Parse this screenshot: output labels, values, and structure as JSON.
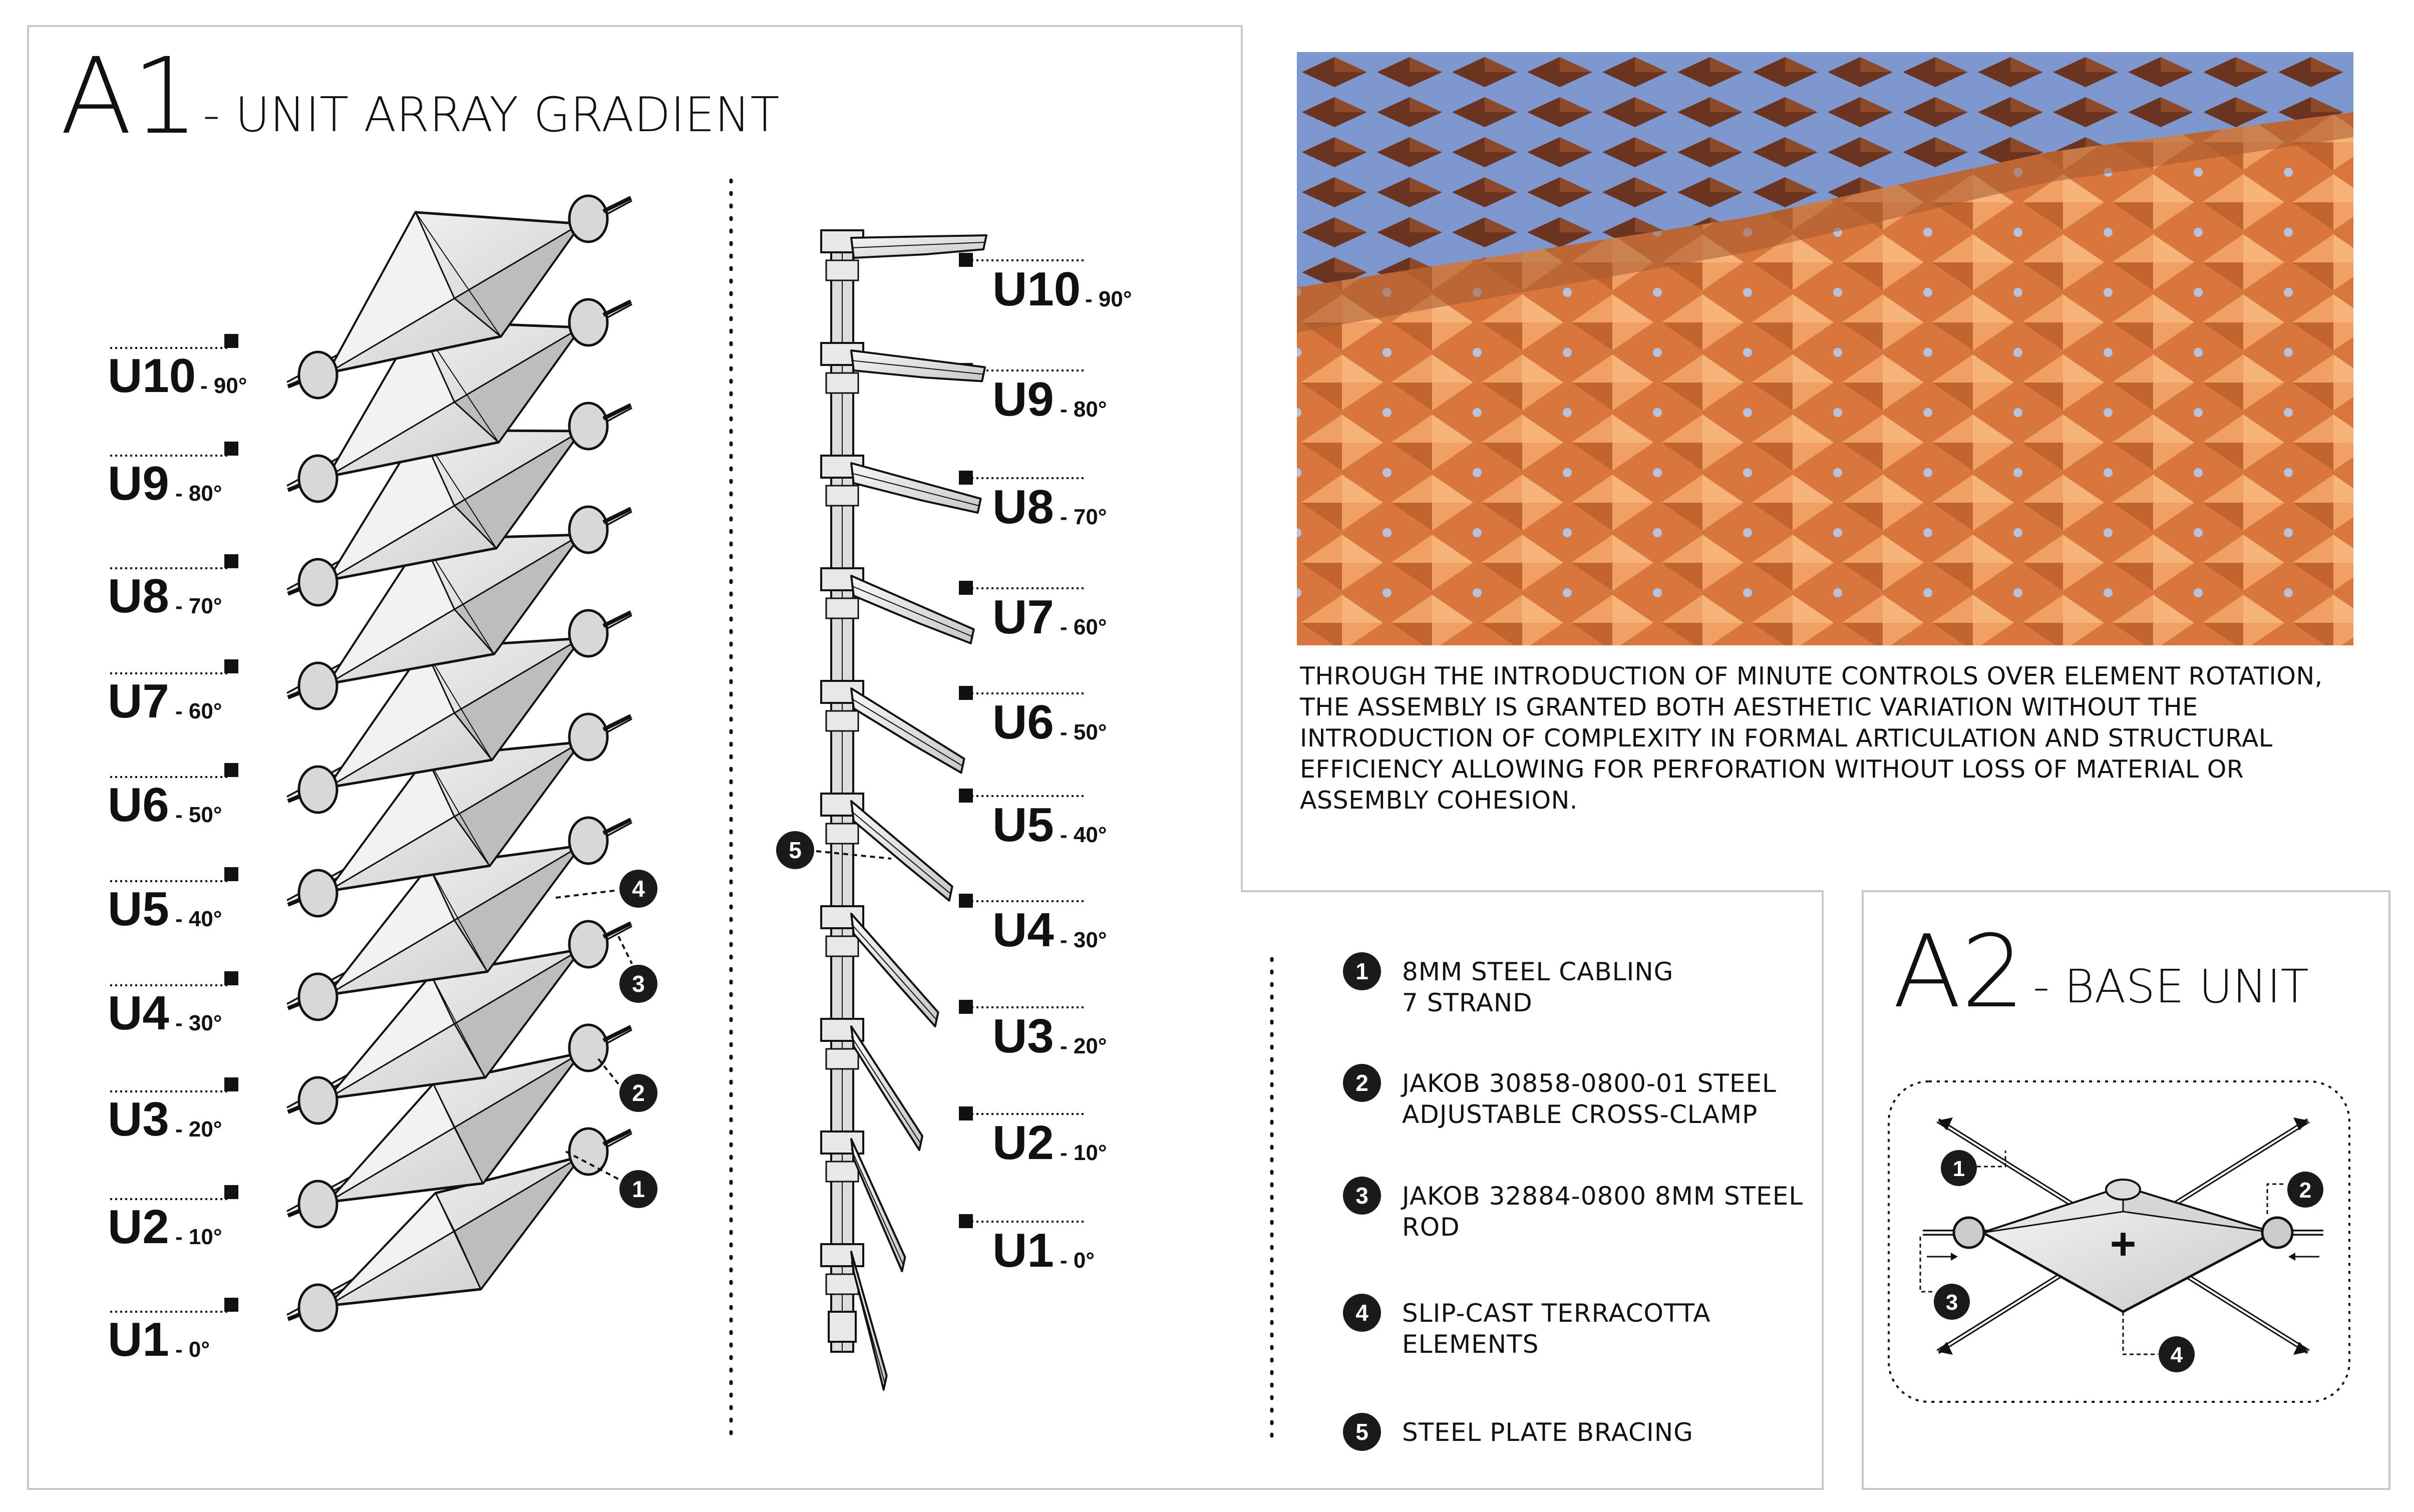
{
  "a1": {
    "code": "A1",
    "title": "- UNIT ARRAY GRADIENT"
  },
  "a2": {
    "code": "A2",
    "title": "- BASE UNIT"
  },
  "units": [
    {
      "code": "U10",
      "angle": "- 90°"
    },
    {
      "code": "U9",
      "angle": "- 80°"
    },
    {
      "code": "U8",
      "angle": "- 70°"
    },
    {
      "code": "U7",
      "angle": "- 60°"
    },
    {
      "code": "U6",
      "angle": "- 50°"
    },
    {
      "code": "U5",
      "angle": "- 40°"
    },
    {
      "code": "U4",
      "angle": "- 30°"
    },
    {
      "code": "U3",
      "angle": "- 20°"
    },
    {
      "code": "U2",
      "angle": "- 10°"
    },
    {
      "code": "U1",
      "angle": "- 0°"
    }
  ],
  "caption": "THROUGH THE INTRODUCTION OF MINUTE CONTROLS OVER ELEMENT ROTATION, THE ASSEMBLY IS GRANTED BOTH AESTHETIC VARIATION WITHOUT THE INTRODUCTION OF COMPLEXITY IN FORMAL ARTICULATION AND STRUCTURAL EFFICIENCY ALLOWING FOR PERFORATION WITHOUT LOSS OF MATERIAL OR ASSEMBLY COHESION.",
  "legend": [
    {
      "num": "1",
      "line1": "8MM STEEL CABLING",
      "line2": "7 STRAND"
    },
    {
      "num": "2",
      "line1": "JAKOB 30858-0800-01 STEEL",
      "line2": "ADJUSTABLE CROSS-CLAMP"
    },
    {
      "num": "3",
      "line1": "JAKOB 32884-0800 8MM STEEL",
      "line2": "ROD"
    },
    {
      "num": "4",
      "line1": "SLIP-CAST TERRACOTTA",
      "line2": "ELEMENTS"
    },
    {
      "num": "5",
      "line1": "STEEL PLATE BRACING",
      "line2": ""
    }
  ],
  "callouts": {
    "n1": "1",
    "n2": "2",
    "n3": "3",
    "n4": "4",
    "n5": "5",
    "plus": "+"
  },
  "colors": {
    "terracotta": "#e8854a",
    "terracotta_dark": "#9a4a22",
    "sky": "#8ea6d8",
    "line": "#111111",
    "panel_border": "#c8c8c8"
  }
}
